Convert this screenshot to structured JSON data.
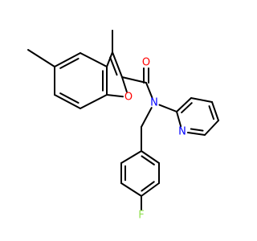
{
  "molecule": {
    "atoms": [
      {
        "id": "O_carbonyl",
        "symbol": "O",
        "color": "#FF0000"
      },
      {
        "id": "N_amide",
        "symbol": "N",
        "color": "#0000FF"
      },
      {
        "id": "N_pyridine",
        "symbol": "N",
        "color": "#0000FF"
      },
      {
        "id": "O_furan",
        "symbol": "O",
        "color": "#FF0000"
      },
      {
        "id": "F",
        "symbol": "F",
        "color": "#90E050"
      }
    ],
    "bond_color": "#000000"
  }
}
